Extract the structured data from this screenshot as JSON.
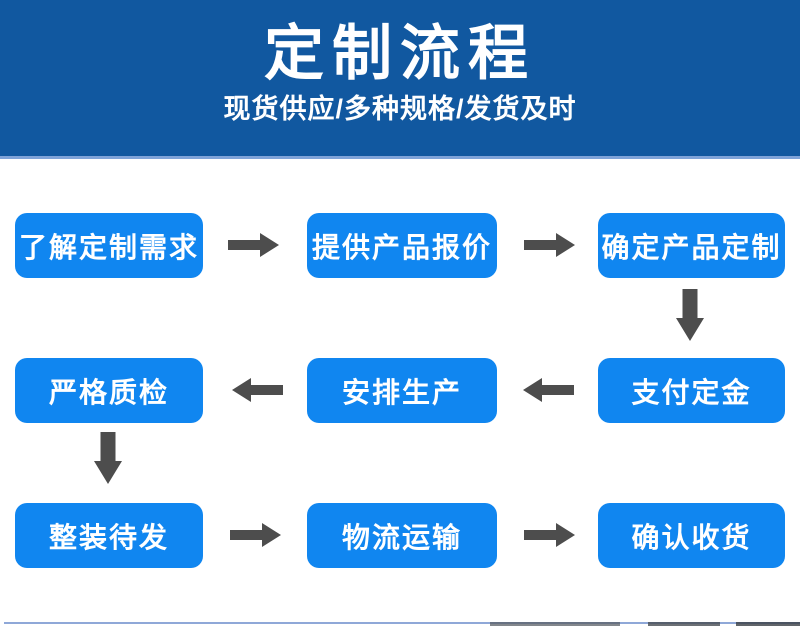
{
  "header": {
    "title": "定制流程",
    "subtitle": "现货供应/多种规格/发货及时"
  },
  "flow": {
    "steps": [
      {
        "label": "了解定制需求"
      },
      {
        "label": "提供产品报价"
      },
      {
        "label": "确定产品定制"
      },
      {
        "label": "支付定金"
      },
      {
        "label": "安排生产"
      },
      {
        "label": "严格质检"
      },
      {
        "label": "整装待发"
      },
      {
        "label": "物流运输"
      },
      {
        "label": "确认收货"
      }
    ]
  },
  "colors": {
    "banner_bg": "#1158A0",
    "banner_accent_line": "#7FA3D9",
    "step_box_bg": "#1086F0",
    "step_box_text": "#FFFFFF",
    "arrow": "#4D4D4D"
  }
}
